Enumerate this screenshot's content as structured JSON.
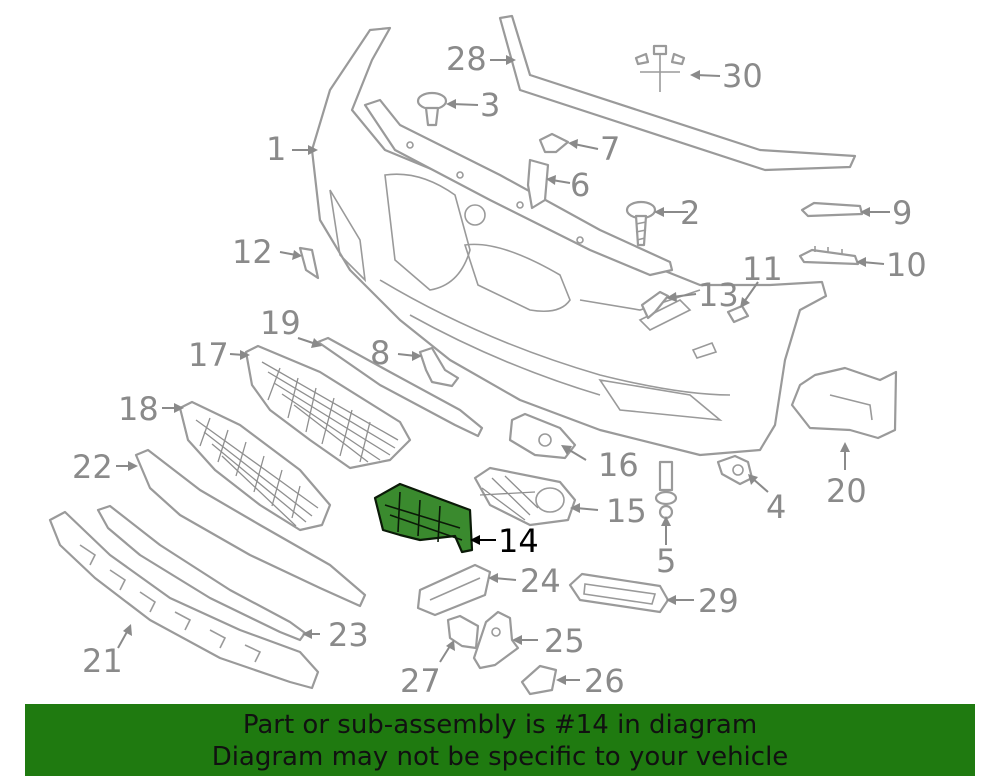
{
  "labels": {
    "p1": "1",
    "p2": "2",
    "p3": "3",
    "p4": "4",
    "p5": "5",
    "p6": "6",
    "p7": "7",
    "p8": "8",
    "p9": "9",
    "p10": "10",
    "p11": "11",
    "p12": "12",
    "p13": "13",
    "p14": "14",
    "p15": "15",
    "p16": "16",
    "p17": "17",
    "p18": "18",
    "p19": "19",
    "p20": "20",
    "p21": "21",
    "p22": "22",
    "p23": "23",
    "p24": "24",
    "p25": "25",
    "p26": "26",
    "p27": "27",
    "p28": "28",
    "p29": "29",
    "p30": "30"
  },
  "highlighted_part": "14",
  "colors": {
    "highlight": "#3a8a2e",
    "banner": "#1f7a10",
    "line": "#9a9a9a"
  },
  "banner": {
    "line1": "Part or sub-assembly is #14 in diagram",
    "line2": "Diagram may not be specific to your vehicle"
  }
}
